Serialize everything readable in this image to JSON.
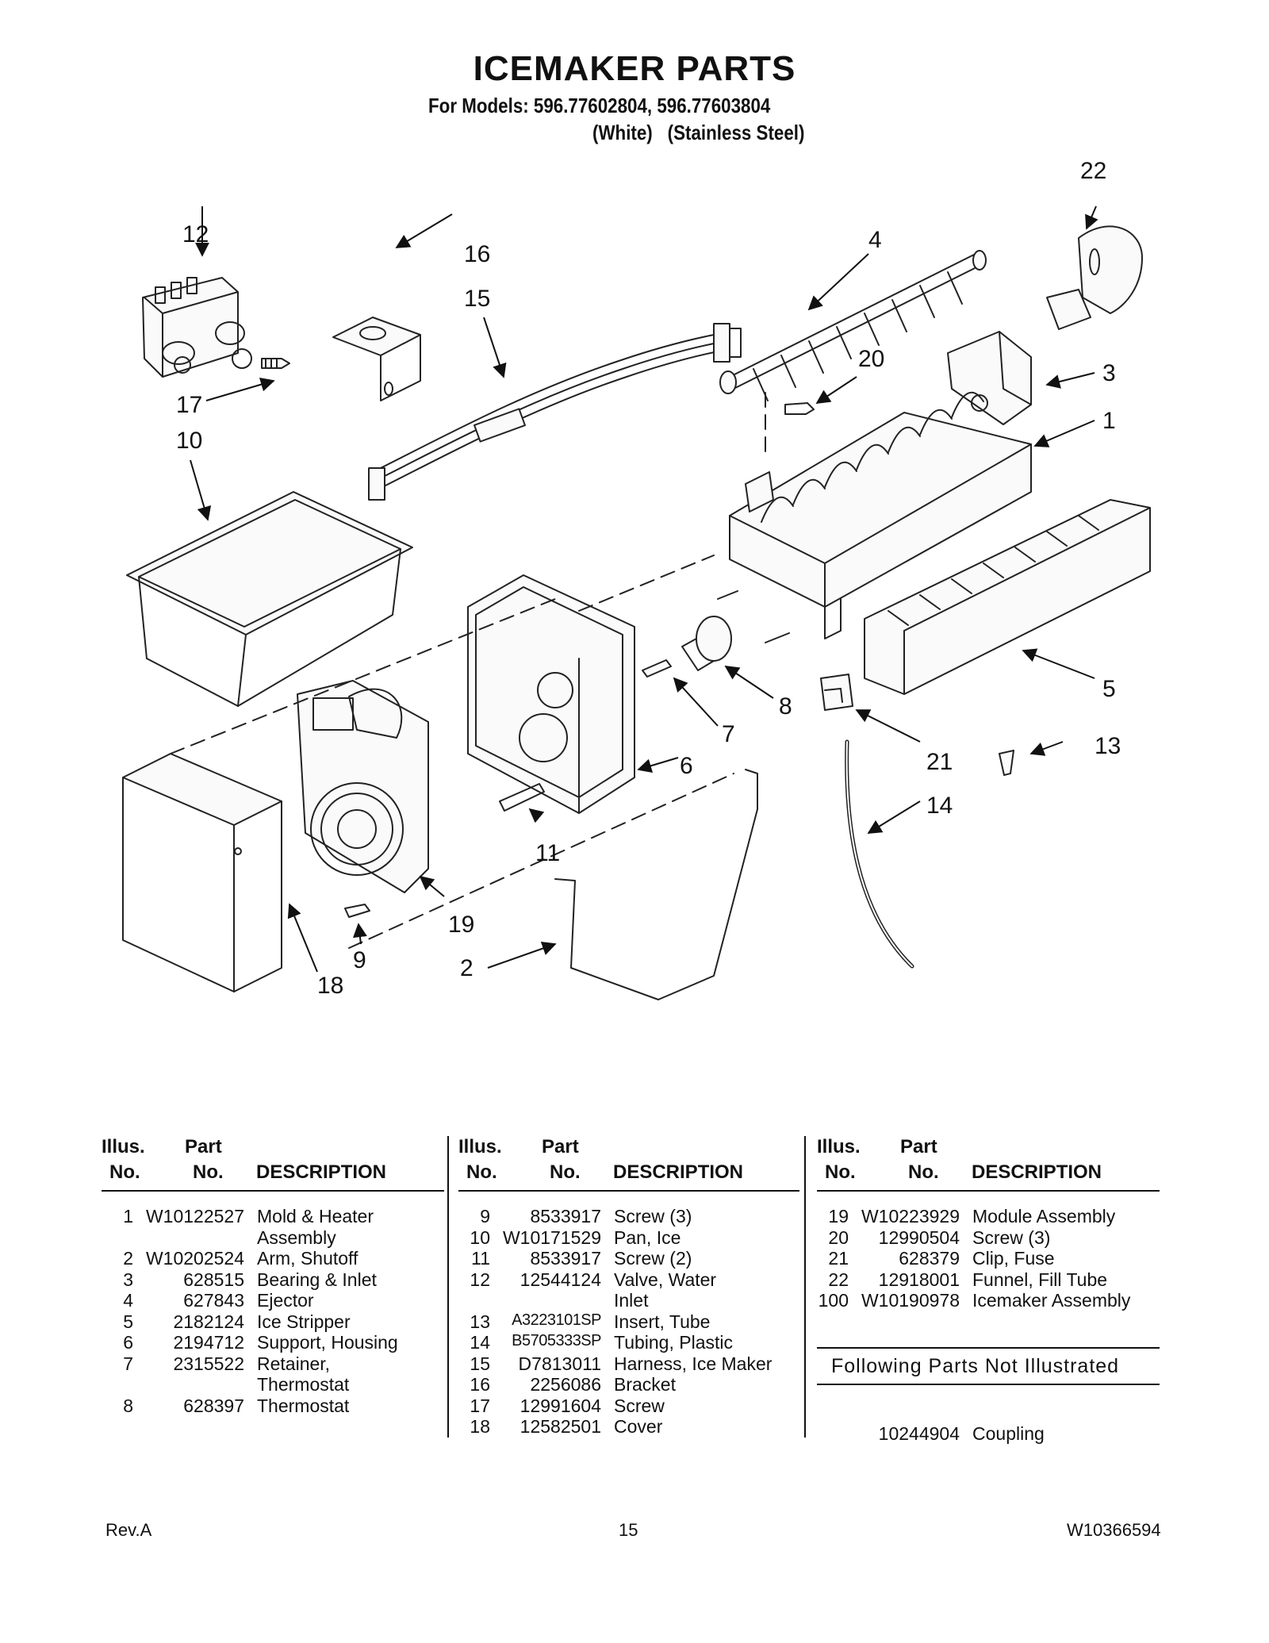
{
  "header": {
    "title": "ICEMAKER PARTS",
    "models_line": "For Models: 596.77602804, 596.77603804",
    "finish_white": "(White)",
    "finish_stainless": "(Stainless Steel)"
  },
  "callouts": [
    "1",
    "2",
    "3",
    "4",
    "5",
    "6",
    "7",
    "8",
    "9",
    "10",
    "11",
    "12",
    "13",
    "14",
    "15",
    "16",
    "17",
    "18",
    "19",
    "20",
    "21",
    "22"
  ],
  "table_headers": {
    "illus": "Illus.",
    "no": "No.",
    "part": "Part",
    "part_no": "No.",
    "description": "DESCRIPTION"
  },
  "columns": [
    [
      {
        "illus": "1",
        "part": "W10122527",
        "desc": "Mold & Heater"
      },
      {
        "illus": "",
        "part": "",
        "desc": "Assembly"
      },
      {
        "illus": "2",
        "part": "W10202524",
        "desc": "Arm, Shutoff"
      },
      {
        "illus": "3",
        "part": "628515",
        "desc": "Bearing & Inlet"
      },
      {
        "illus": "4",
        "part": "627843",
        "desc": "Ejector"
      },
      {
        "illus": "5",
        "part": "2182124",
        "desc": "Ice Stripper"
      },
      {
        "illus": "6",
        "part": "2194712",
        "desc": "Support, Housing"
      },
      {
        "illus": "7",
        "part": "2315522",
        "desc": "Retainer,"
      },
      {
        "illus": "",
        "part": "",
        "desc": "Thermostat"
      },
      {
        "illus": "8",
        "part": "628397",
        "desc": "Thermostat"
      }
    ],
    [
      {
        "illus": "9",
        "part": "8533917",
        "desc": "Screw (3)"
      },
      {
        "illus": "10",
        "part": "W10171529",
        "desc": "Pan, Ice"
      },
      {
        "illus": "11",
        "part": "8533917",
        "desc": "Screw (2)"
      },
      {
        "illus": "12",
        "part": "12544124",
        "desc": "Valve, Water"
      },
      {
        "illus": "",
        "part": "",
        "desc": "Inlet"
      },
      {
        "illus": "13",
        "part": "A3223101SP",
        "desc": "Insert, Tube"
      },
      {
        "illus": "14",
        "part": "B5705333SP",
        "desc": "Tubing, Plastic"
      },
      {
        "illus": "15",
        "part": "D7813011",
        "desc": "Harness, Ice Maker"
      },
      {
        "illus": "16",
        "part": "2256086",
        "desc": "Bracket"
      },
      {
        "illus": "17",
        "part": "12991604",
        "desc": "Screw"
      },
      {
        "illus": "18",
        "part": "12582501",
        "desc": "Cover"
      }
    ],
    [
      {
        "illus": "19",
        "part": "W10223929",
        "desc": "Module Assembly"
      },
      {
        "illus": "20",
        "part": "12990504",
        "desc": "Screw (3)"
      },
      {
        "illus": "21",
        "part": "628379",
        "desc": "Clip, Fuse"
      },
      {
        "illus": "22",
        "part": "12918001",
        "desc": "Funnel, Fill Tube"
      },
      {
        "illus": "100",
        "part": "W10190978",
        "desc": "Icemaker Assembly"
      }
    ]
  ],
  "not_illustrated": {
    "heading": "Following Parts Not Illustrated",
    "items": [
      {
        "part": "10244904",
        "desc": "Coupling"
      }
    ]
  },
  "footer": {
    "revision": "Rev.A",
    "page": "15",
    "doc_number": "W10366594"
  }
}
